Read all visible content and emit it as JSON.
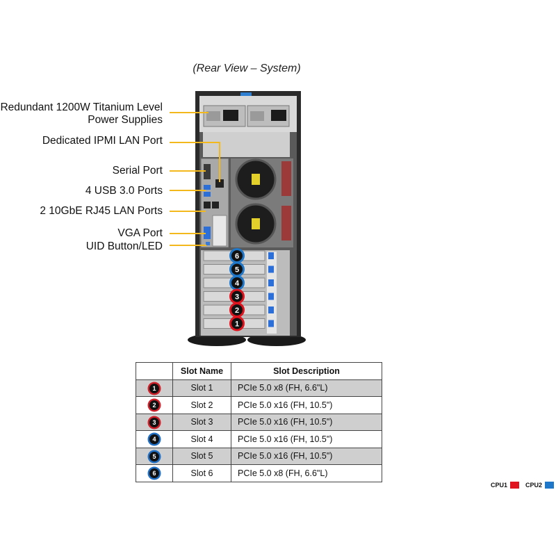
{
  "caption": "(Rear View – System)",
  "callouts": [
    {
      "id": "psu",
      "text": "Redundant  1200W Titanium  Level\nPower Supplies"
    },
    {
      "id": "ipmi",
      "text": "Dedicated IPMI  LAN Port"
    },
    {
      "id": "serial",
      "text": "Serial Port"
    },
    {
      "id": "usb",
      "text": "4 USB 3.0 Ports"
    },
    {
      "id": "lan",
      "text": "2 10GbE RJ45 LAN Ports"
    },
    {
      "id": "vga",
      "text": "VGA Port"
    },
    {
      "id": "uid",
      "text": "UID Button/LED"
    }
  ],
  "callout_line_color": "#f2b81c",
  "slot_badges_on_image": [
    "6",
    "5",
    "4",
    "3",
    "2",
    "1"
  ],
  "slot_table": {
    "headers": [
      "",
      "Slot Name",
      "Slot Description"
    ],
    "rows": [
      {
        "badge": "1",
        "cpu": "CPU1",
        "name": "Slot 1",
        "description": "PCIe 5.0 x8 (FH, 6.6\"L)"
      },
      {
        "badge": "2",
        "cpu": "CPU1",
        "name": "Slot 2",
        "description": "PCIe 5.0 x16 (FH,  10.5\")"
      },
      {
        "badge": "3",
        "cpu": "CPU1",
        "name": "Slot 3",
        "description": "PCIe 5.0 x16 (FH,  10.5\")"
      },
      {
        "badge": "4",
        "cpu": "CPU2",
        "name": "Slot 4",
        "description": "PCIe 5.0 x16 (FH,  10.5\")"
      },
      {
        "badge": "5",
        "cpu": "CPU2",
        "name": "Slot 5",
        "description": "PCIe 5.0 x16 (FH,  10.5\")"
      },
      {
        "badge": "6",
        "cpu": "CPU2",
        "name": "Slot 6",
        "description": "PCIe 5.0 x8 (FH, 6.6\"L)"
      }
    ]
  },
  "legend": [
    {
      "label": "CPU1",
      "color": "#e0141e"
    },
    {
      "label": "CPU2",
      "color": "#1f77c9"
    }
  ]
}
